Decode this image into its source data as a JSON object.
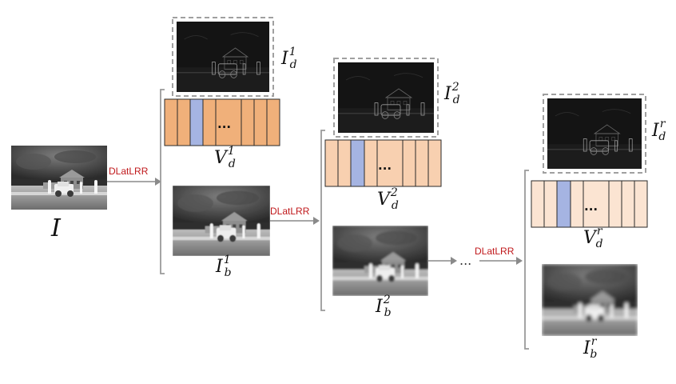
{
  "colors": {
    "arrow": "#8a8a8a",
    "arrow_label": "#c0181b",
    "bracket": "#9a9a9a",
    "dashed_border": "#a0a0a0",
    "vector_fill_1": "#f0b07a",
    "vector_fill_2": "#f8d0b0",
    "vector_fill_3": "#fbe4d2",
    "vector_highlight": "#a5b4e2",
    "vector_stroke": "#2a2a2a"
  },
  "arrows": {
    "arrow_1": "DLatLRR",
    "arrow_2": "DLatLRR",
    "arrow_3": "DLatLRR"
  },
  "labels": {
    "input": {
      "base": "I"
    },
    "detail_1": {
      "base": "I",
      "sub": "d",
      "sup": "1"
    },
    "vector_1": {
      "base": "V",
      "sub": "d",
      "sup": "1"
    },
    "base_1": {
      "base": "I",
      "sub": "b",
      "sup": "1"
    },
    "detail_2": {
      "base": "I",
      "sub": "d",
      "sup": "2"
    },
    "vector_2": {
      "base": "V",
      "sub": "d",
      "sup": "2"
    },
    "base_2": {
      "base": "I",
      "sub": "b",
      "sup": "2"
    },
    "detail_r": {
      "base": "I",
      "sub": "d",
      "sup": "r"
    },
    "vector_r": {
      "base": "V",
      "sub": "d",
      "sup": "r"
    },
    "base_r": {
      "base": "I",
      "sub": "b",
      "sup": "r"
    }
  },
  "vector_dots": "...",
  "ellipsis": "..."
}
